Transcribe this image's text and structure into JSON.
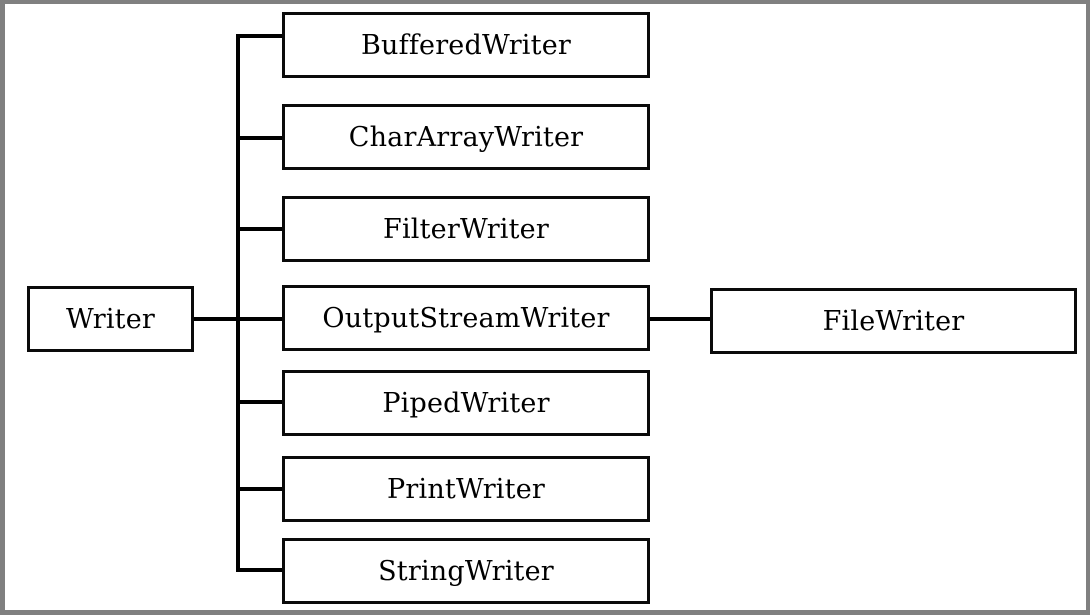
{
  "diagram": {
    "title_artifact": "...........",
    "background_color": "#ffffff",
    "frame_color": "#808080",
    "line_color": "#000000",
    "box_border_color": "#0a0a0a",
    "root": {
      "label": "Writer"
    },
    "children": [
      {
        "label": "BufferedWriter"
      },
      {
        "label": "CharArrayWriter"
      },
      {
        "label": "FilterWriter"
      },
      {
        "label": "OutputStreamWriter"
      },
      {
        "label": "PipedWriter"
      },
      {
        "label": "PrintWriter"
      },
      {
        "label": "StringWriter"
      }
    ],
    "grandchild": {
      "label": "FileWriter",
      "parent": "OutputStreamWriter"
    }
  }
}
